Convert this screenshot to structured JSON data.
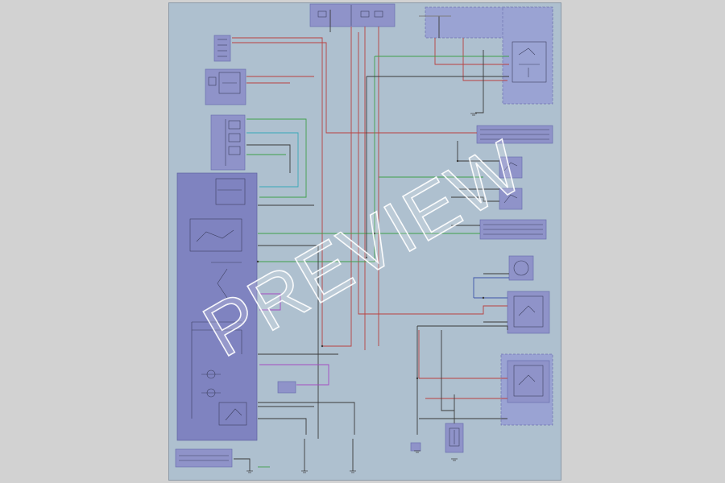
{
  "watermark": "PREVIEW",
  "colors": {
    "background": "#d2d2d2",
    "sheet": "#aec0cf",
    "component_fill": "#8f93c9",
    "wire_red": "#b9413f",
    "wire_green": "#3f9f4a",
    "wire_cyan": "#37a8b8",
    "wire_black": "#3a3a3a",
    "wire_blue": "#3d54a8",
    "wire_violet": "#a44bc2",
    "wire_gray": "#7d7d7d"
  },
  "components": [
    {
      "id": "fuse-box-top",
      "icon": "fuse-block"
    },
    {
      "id": "power-box-top-right",
      "icon": "dashed-enclosure"
    },
    {
      "id": "left-upper-connector",
      "icon": "connector"
    },
    {
      "id": "left-relay-small",
      "icon": "relay"
    },
    {
      "id": "left-sensor-block",
      "icon": "sensor"
    },
    {
      "id": "control-unit",
      "icon": "control-module"
    },
    {
      "id": "right-relay-1",
      "icon": "relay"
    },
    {
      "id": "right-connector-strip",
      "icon": "connector"
    },
    {
      "id": "right-pressure-switch-1",
      "icon": "switch"
    },
    {
      "id": "right-pressure-switch-2",
      "icon": "switch"
    },
    {
      "id": "right-connector-2",
      "icon": "connector"
    },
    {
      "id": "right-motor",
      "icon": "motor"
    },
    {
      "id": "right-relay-2",
      "icon": "relay"
    },
    {
      "id": "right-relay-3",
      "icon": "relay"
    },
    {
      "id": "compressor-clutch",
      "icon": "clutch"
    },
    {
      "id": "bottom-left-connector",
      "icon": "connector"
    },
    {
      "id": "bottom-box",
      "icon": "connector"
    }
  ],
  "ground_symbols": 6
}
